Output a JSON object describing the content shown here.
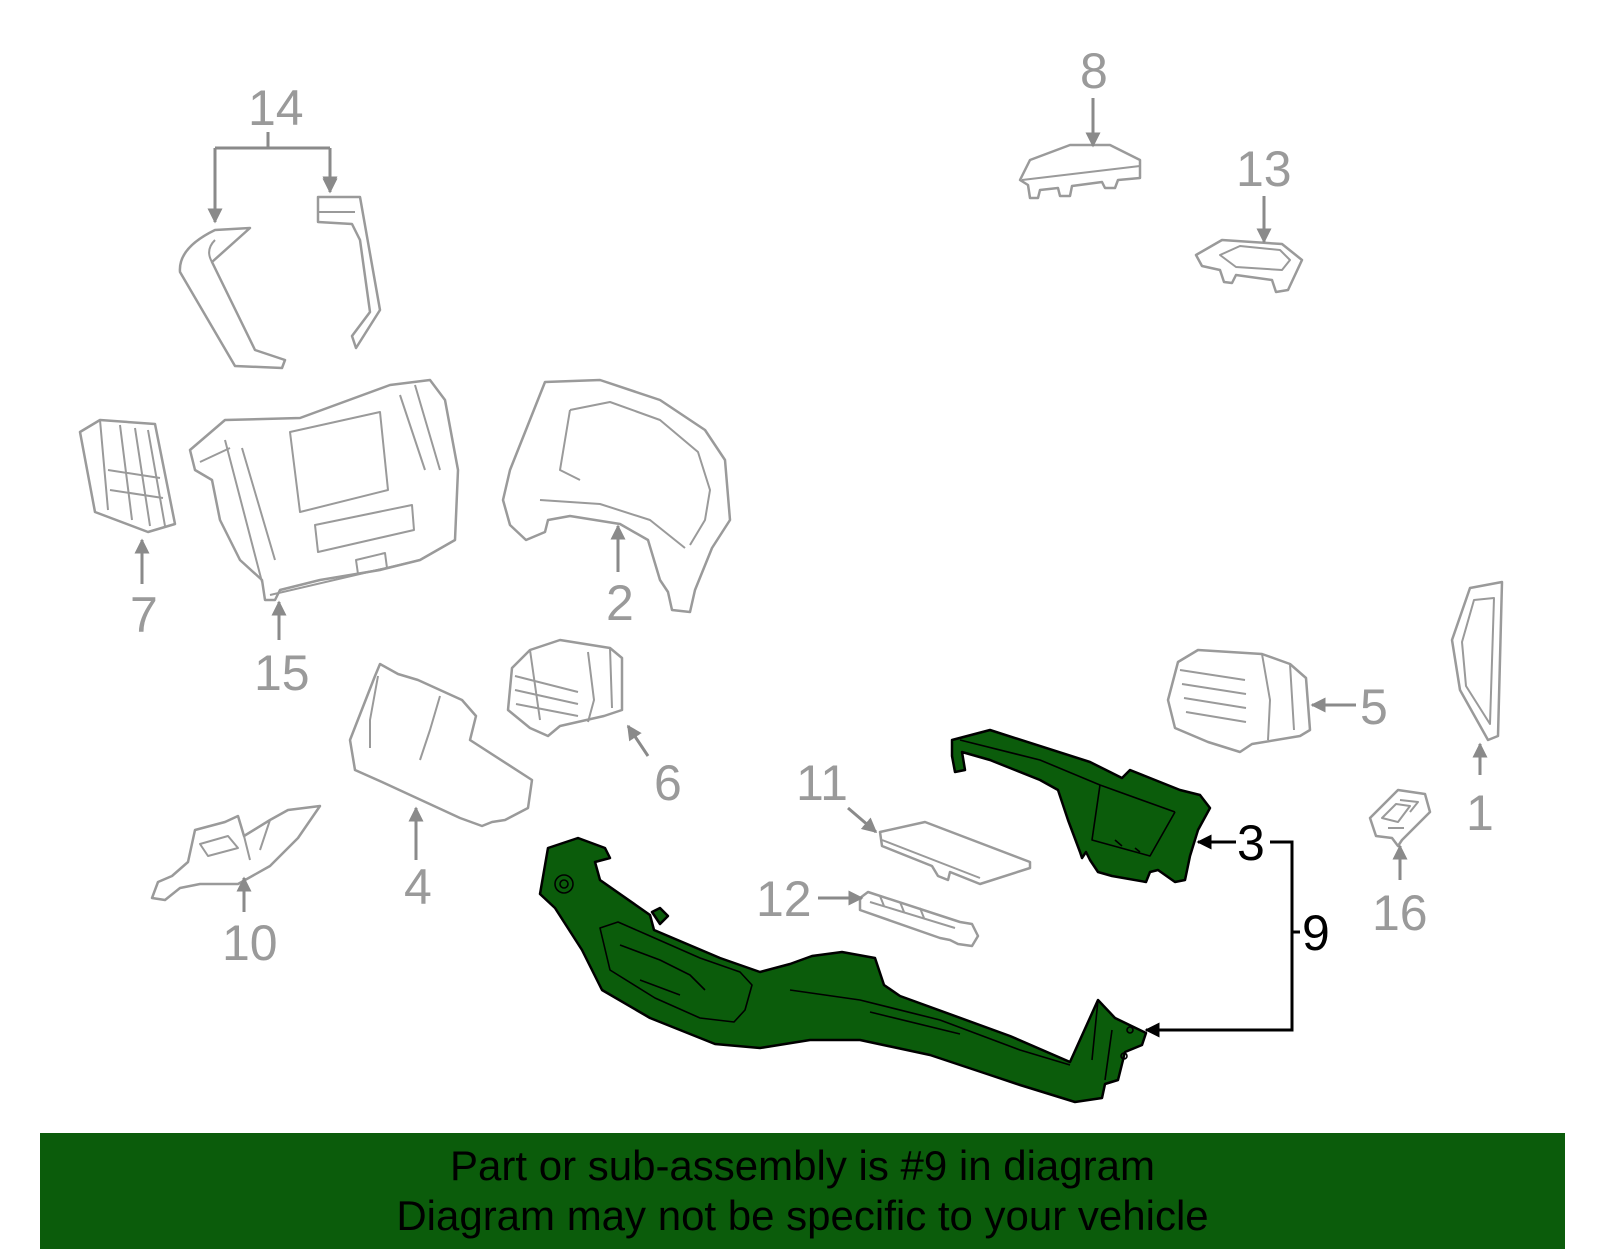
{
  "callouts": {
    "c1": "1",
    "c2": "2",
    "c3": "3",
    "c4": "4",
    "c5": "5",
    "c6": "6",
    "c7": "7",
    "c8": "8",
    "c9": "9",
    "c10": "10",
    "c11": "11",
    "c12": "12",
    "c13": "13",
    "c14": "14",
    "c15": "15",
    "c16": "16"
  },
  "highlight": {
    "part_number": "9",
    "fill_color": "#0b5c0b"
  },
  "banner": {
    "line1": "Part or sub-assembly is #9 in diagram",
    "line2": "Diagram may not be specific to your vehicle",
    "background": "#0b5c0b"
  }
}
